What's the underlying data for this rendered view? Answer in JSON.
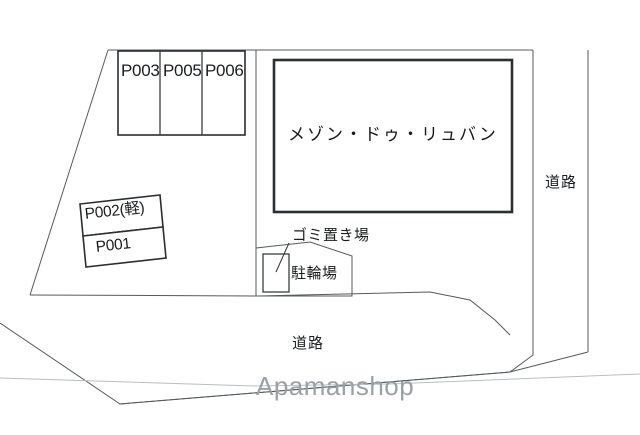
{
  "plan": {
    "building_name": "メゾン・ドゥ・リュバン",
    "parking_stalls_top": [
      {
        "id": "P003"
      },
      {
        "id": "P005"
      },
      {
        "id": "P006"
      }
    ],
    "parking_stalls_left": [
      {
        "id": "P002(軽)"
      },
      {
        "id": "P001"
      }
    ],
    "facilities": [
      {
        "id": "gomi",
        "label": "ゴミ置き場"
      },
      {
        "id": "chuurinjo",
        "label": "駐輪場"
      }
    ],
    "roads": [
      {
        "id": "road-east",
        "label": "道路"
      },
      {
        "id": "road-south",
        "label": "道路"
      }
    ],
    "watermark": "Apamanshop",
    "colors": {
      "background": "#ffffff",
      "line_light": "#555a5e",
      "line_dark": "#2b2f31",
      "text": "#1b1d1f",
      "watermark": "#9aa0a4"
    }
  }
}
